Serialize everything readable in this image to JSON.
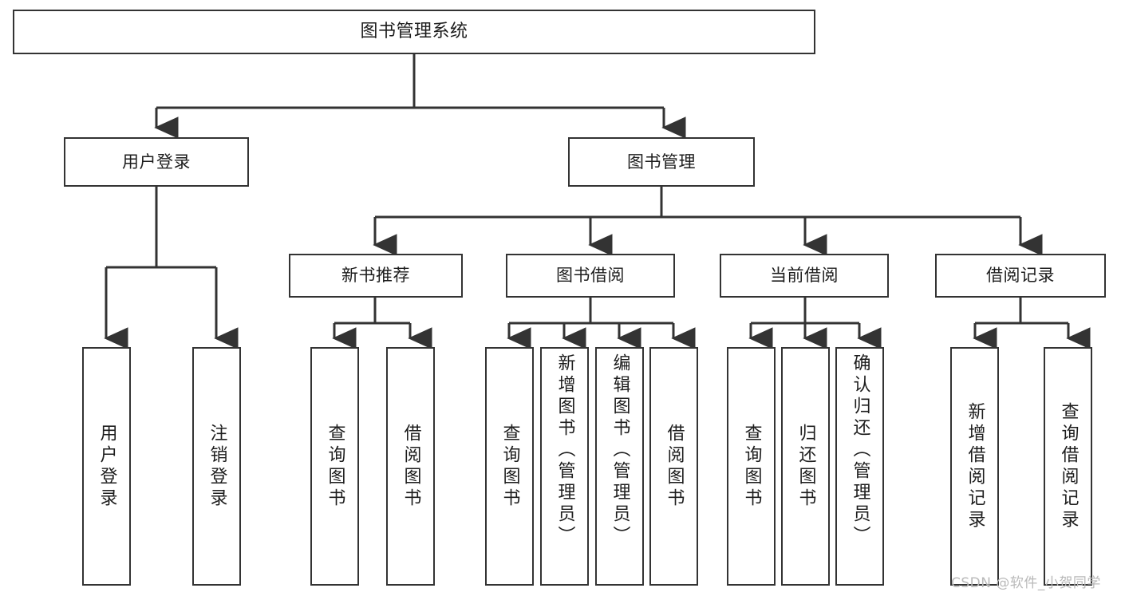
{
  "diagram": {
    "title": "图书管理系统",
    "type": "tree",
    "watermark": "CSDN @软件_小贺同学",
    "root": {
      "label": "图书管理系统"
    },
    "level2": [
      {
        "label": "用户登录"
      },
      {
        "label": "图书管理"
      }
    ],
    "level3": [
      {
        "label": "新书推荐"
      },
      {
        "label": "图书借阅"
      },
      {
        "label": "当前借阅"
      },
      {
        "label": "借阅记录"
      }
    ],
    "leaves": {
      "user_login": [
        {
          "label": "用户登录"
        },
        {
          "label": "注销登录"
        }
      ],
      "new_book": [
        {
          "label": "查询图书"
        },
        {
          "label": "借阅图书"
        }
      ],
      "book_borrow": [
        {
          "label": "查询图书"
        },
        {
          "label": "新增图书（管理员）"
        },
        {
          "label": "编辑图书（管理员）"
        },
        {
          "label": "借阅图书"
        }
      ],
      "current_borrow": [
        {
          "label": "查询图书"
        },
        {
          "label": "归还图书"
        },
        {
          "label": "确认归还（管理员）"
        }
      ],
      "borrow_record": [
        {
          "label": "新增借阅记录"
        },
        {
          "label": "查询借阅记录"
        }
      ]
    },
    "colors": {
      "box_border": "#333333",
      "box_fill": "#ffffff",
      "connector": "#333333",
      "text": "#1d1d1d",
      "watermark": "#b9b9b9"
    }
  }
}
